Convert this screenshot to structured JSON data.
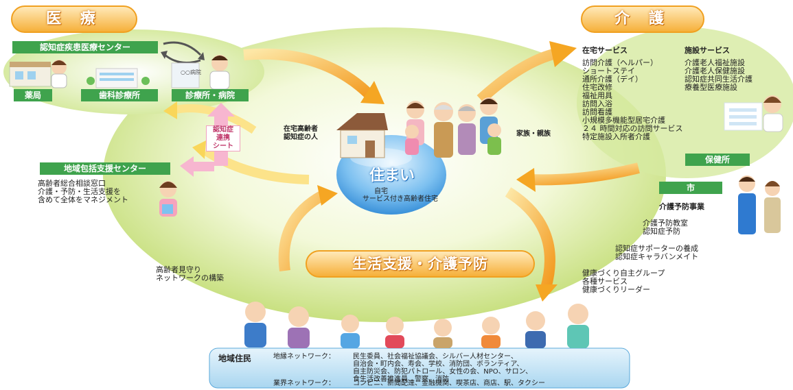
{
  "iryo": {
    "title": "医 療",
    "center": "認知症疾患医療センター",
    "pharmacy": "薬局",
    "dental": "歯科診療所",
    "clinic": "診療所・病院"
  },
  "kaigo": {
    "title": "介 護",
    "home_service": {
      "heading": "在宅サービス",
      "items": [
        "訪問介護（ヘルパー）",
        "ショートステイ",
        "通所介護（デイ）",
        "住宅改修",
        "福祉用具",
        "訪問入浴",
        "訪問看護",
        "小規模多機能型居宅介護",
        "２４ 時間対応の訪問サービス",
        "特定施設入所者介護"
      ]
    },
    "facility_service": {
      "heading": "施設サービス",
      "items": [
        "介護老人福祉施設",
        "介護老人保健施設",
        "認知症共同生活介護",
        "療養型医療施設"
      ]
    }
  },
  "renkei_sheet": "認知症\n連携\nシート",
  "center_house": {
    "title": "住まい",
    "lines": [
      "自宅",
      "サービス付き高齢者住宅"
    ],
    "left_label": "在宅高齢者\n認知症の人",
    "right_label": "家族・親族"
  },
  "houkatsu": {
    "label": "地域包括支援センター",
    "desc": "高齢者総合相談窓口\n介護・予防・生活支援を\n含めて全体をマネジメント"
  },
  "hokenjo": "保健所",
  "shi": "市",
  "yobo": {
    "heading": "介護予防事業",
    "items": "介護予防教室\n認知症予防",
    "supporter": "認知症サポーターの養成\n認知症キャラバンメイト",
    "groups": "健康づくり自主グループ\n各種サービス\n健康づくりリーダー"
  },
  "mimamori": "高齢者見守り\nネットワークの構築",
  "seikatsu_title": "生活支援・介護予防",
  "residents": {
    "title": "地域住民",
    "network1_label": "地縁ネットワーク：",
    "network1_text": "民生委員、社会福祉協議会、シルバー人材センター、\n自治会・町内会、寿会、学校、消防団、ボランティア、\n自主防災会、防犯パトロール、女性の会、NPO、サロン、\n食生活改善推進員、警察、消防",
    "network2_label": "業界ネットワーク：",
    "network2_text": "コンビニ、新聞配達、金融機関、喫茶店、商店、駅、タクシー"
  },
  "clinic_sign": "○○病院",
  "colors": {
    "green_label": "#3fa34d",
    "orange": "#f5a623",
    "circle_green": "#cfe48a",
    "water_blue": "#4aa6e6",
    "resident_box": "#bfe0f3"
  }
}
